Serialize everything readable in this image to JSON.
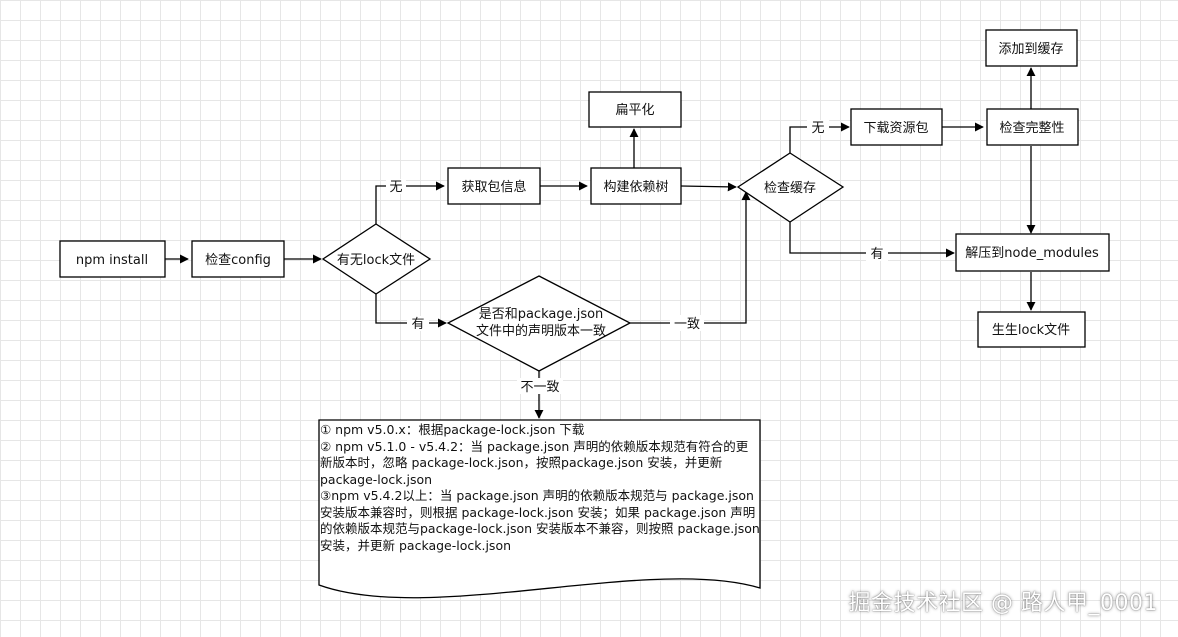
{
  "nodes": {
    "npm_install": "npm install",
    "check_config": "检查config",
    "has_lock": "有无lock文件",
    "get_pkg_info": "获取包信息",
    "build_tree": "构建依赖树",
    "flatten": "扁平化",
    "check_cache": "检查缓存",
    "download": "下载资源包",
    "check_integrity": "检查完整性",
    "add_cache": "添加到缓存",
    "unzip": "解压到node_modules",
    "gen_lock": "生生lock文件",
    "version_match_line1": "是否和package.json",
    "version_match_line2": "文件中的声明版本一致"
  },
  "edges": {
    "no_lock": "无",
    "has_lock": "有",
    "consistent": "一致",
    "inconsistent": "不一致",
    "cache_miss": "无",
    "cache_hit": "有"
  },
  "note": {
    "lines": [
      "① npm v5.0.x：根据package-lock.json 下载",
      " ② npm v5.1.0 - v5.4.2：当 package.json 声明的依赖版本规范有符合的更新版本时，忽略 package-lock.json，按照package.json 安装，并更新 package-lock.json",
      " ③npm v5.4.2以上：当 package.json 声明的依赖版本规范与 package.json 安装版本兼容时，则根据 package-lock.json 安装；如果 package.json 声明的依赖版本规范与package-lock.json 安装版本不兼容，则按照 package.json 安装，并更新 package-lock.json"
    ]
  },
  "watermark": "掘金技术社区 @ 路人甲_0001"
}
